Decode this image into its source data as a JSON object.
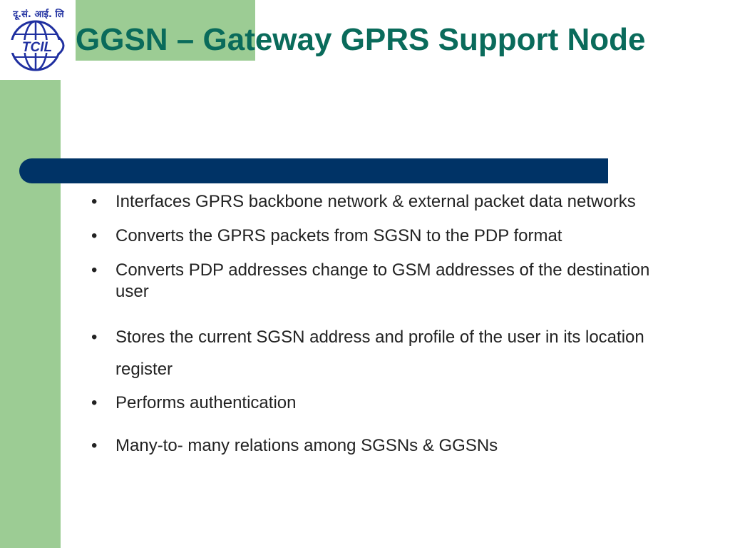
{
  "colors": {
    "green": "#9ccc94",
    "navy": "#003366",
    "title": "#0a6b5b",
    "logo_blue": "#1f2fa0"
  },
  "logo": {
    "hindi_text": "दू.सं. आई. लि",
    "brand_text": "TCIL",
    "icon": "tcil-globe-logo"
  },
  "slide": {
    "title": "GGSN – Gateway GPRS Support Node",
    "bullet_glyph": "•",
    "bullets": [
      "Interfaces GPRS backbone network & external packet data networks",
      "Converts the GPRS packets from SGSN to the PDP format",
      "Converts PDP addresses change to GSM addresses of the destination user",
      "Stores the current SGSN address and profile of the user in its location register",
      "Performs authentication",
      "Many-to- many relations among SGSNs & GGSNs"
    ]
  }
}
